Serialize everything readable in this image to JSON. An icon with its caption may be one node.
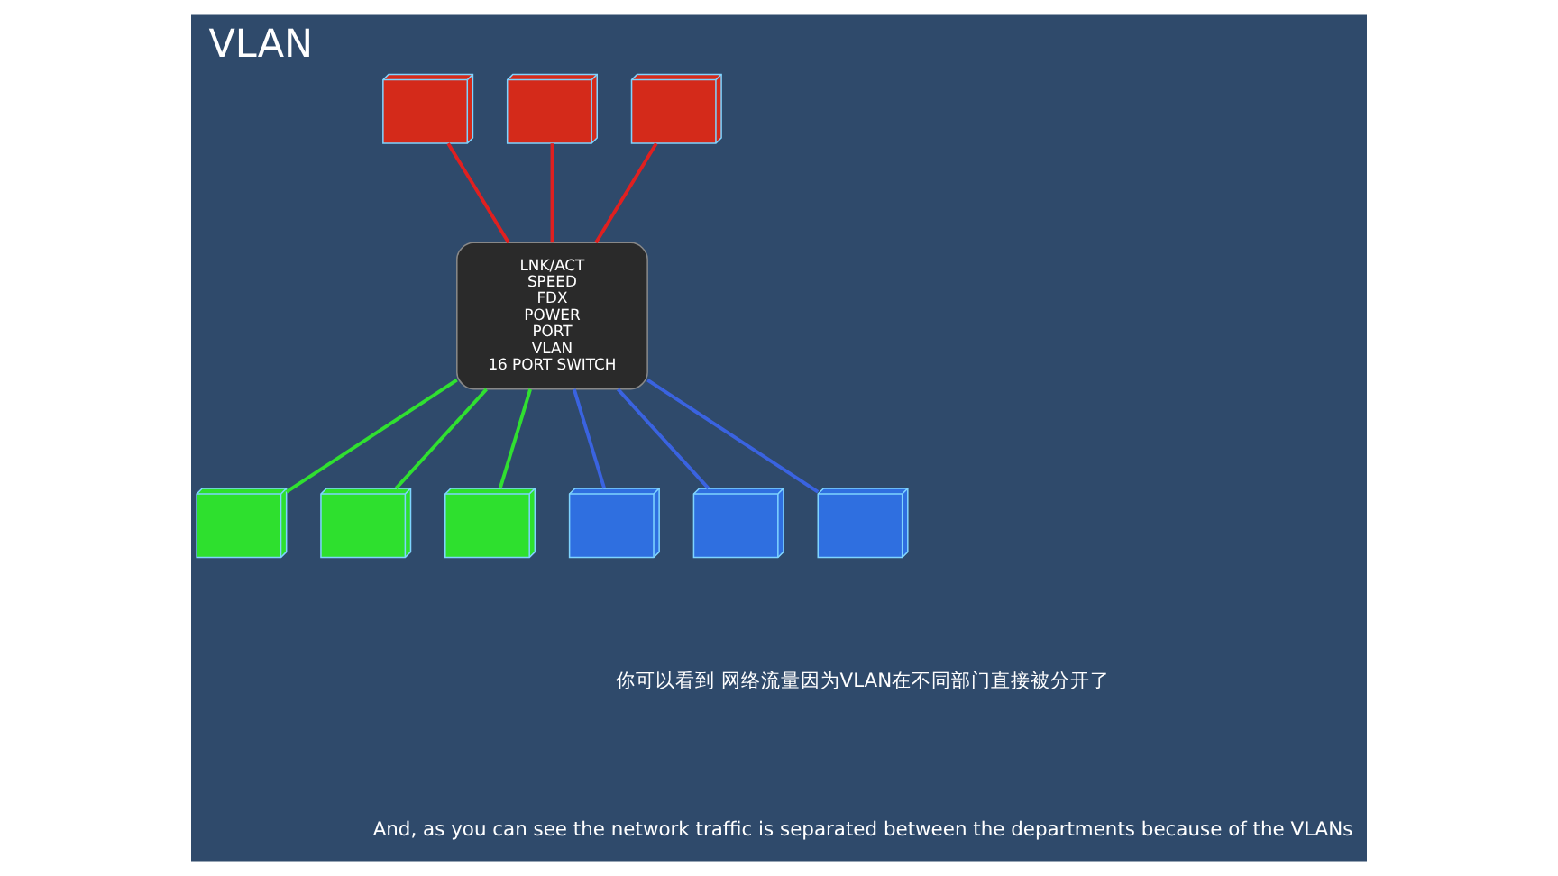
{
  "diagram": {
    "title": "VLAN",
    "nodes": [
      {
        "text": [],
        "shape": "picture"
      },
      {
        "text": [],
        "shape": "picture"
      },
      {
        "text": [],
        "shape": "picture"
      },
      {
        "text": [
          "LNK/ACT",
          "SPEED",
          "FDX",
          "POWER",
          "PORT",
          "VLAN",
          "16 PORT SWITCH"
        ]
      },
      {
        "text": [],
        "shape": "picture"
      },
      {
        "text": [],
        "shape": "picture"
      },
      {
        "text": [],
        "shape": "picture"
      },
      {
        "text": [],
        "shape": "picture"
      },
      {
        "text": [],
        "shape": "picture"
      },
      {
        "text": [],
        "shape": "picture"
      }
    ],
    "edges": [
      {
        "from": 0,
        "to": 3,
        "arrow": "none",
        "color": "#e02020"
      },
      {
        "from": 1,
        "to": 3,
        "arrow": "none",
        "color": "#e02020"
      },
      {
        "from": 2,
        "to": 3,
        "arrow": "none",
        "color": "#e02020"
      },
      {
        "from": 3,
        "to": 4,
        "arrow": "none",
        "color": "#30e030"
      },
      {
        "from": 3,
        "to": 5,
        "arrow": "none",
        "color": "#30e030"
      },
      {
        "from": 3,
        "to": 6,
        "arrow": "none",
        "color": "#30e030"
      },
      {
        "from": 3,
        "to": 7,
        "arrow": "none",
        "color": "#3a63e0"
      },
      {
        "from": 3,
        "to": 8,
        "arrow": "none",
        "color": "#3a63e0"
      },
      {
        "from": 3,
        "to": 9,
        "arrow": "none",
        "color": "#3a63e0"
      }
    ],
    "labels": [
      "你可以看到 网络流量因为VLAN在不同部门直接被分开了",
      "And, as you can see the network traffic is separated between the departments because of the VLANs"
    ]
  }
}
